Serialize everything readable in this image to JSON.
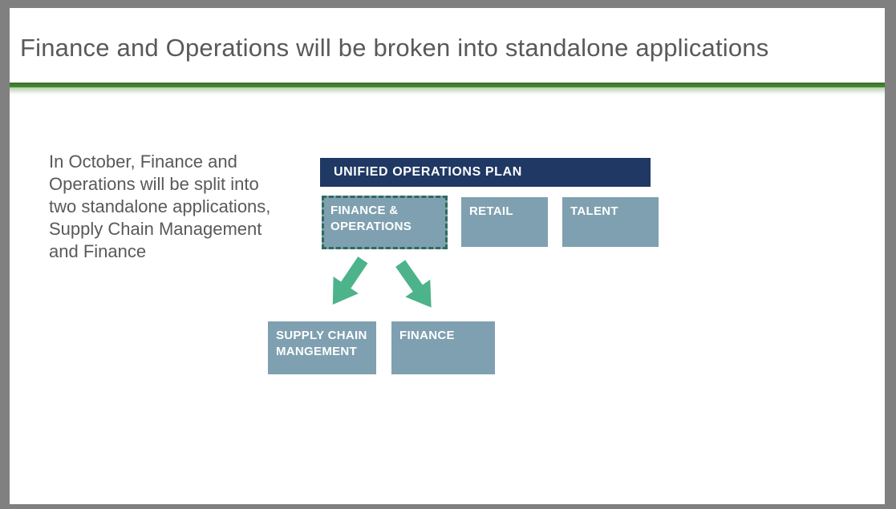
{
  "colors": {
    "frame_gray": "#808080",
    "slide_white": "#ffffff",
    "title_gray": "#595959",
    "divider_green": "#3e7b2e",
    "navy": "#1f3864",
    "slate": "#7fa0b0",
    "dash_border": "#2e6b5a",
    "arrow_green": "#4db38a",
    "box_text": "#ffffff"
  },
  "slide": {
    "title": "Finance and Operations will be broken into standalone applications",
    "intro_text": "In October, Finance and\nOperations will be split into\ntwo standalone applications,\nSupply Chain Management\nand Finance"
  },
  "diagram": {
    "header_label": "UNIFIED OPERATIONS PLAN",
    "top_boxes": [
      {
        "label": "FINANCE &\nOPERATIONS",
        "highlighted": true
      },
      {
        "label": "RETAIL",
        "highlighted": false
      },
      {
        "label": "TALENT",
        "highlighted": false
      }
    ],
    "arrows": [
      {
        "name": "to-supply-chain",
        "direction": "down-left"
      },
      {
        "name": "to-finance",
        "direction": "down-right"
      }
    ],
    "bottom_boxes": [
      {
        "label": "SUPPLY CHAIN\nMANGEMENT"
      },
      {
        "label": "FINANCE"
      }
    ]
  }
}
